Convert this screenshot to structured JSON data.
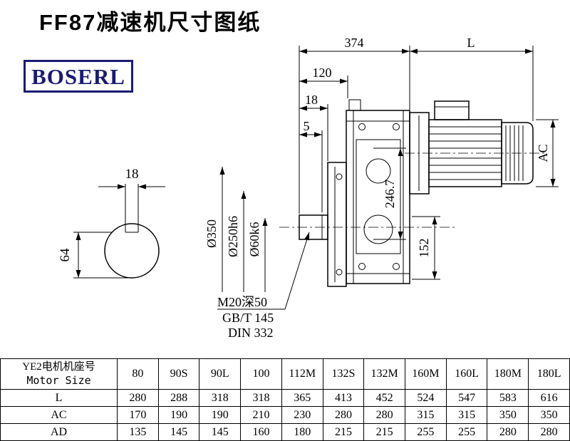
{
  "page": {
    "title": "FF87减速机尺寸图纸",
    "logo_text": "BOSERL"
  },
  "drawing": {
    "dims": {
      "overall_length": "374",
      "motor_length": "L",
      "d120": "120",
      "d18": "18",
      "d5": "5",
      "motor_ac": "AC",
      "height": "246.7",
      "flange_dia": "Ø350",
      "spigot_dia": "Ø250h6",
      "shaft_dia": "Ø60k6",
      "d152": "152",
      "key_width": "18",
      "shaft_flat": "64",
      "tap": "M20深50",
      "std_gb": "GB/T 145",
      "std_din": "DIN 332"
    }
  },
  "table": {
    "header_cn": "YE2电机机座号",
    "header_en": "Motor Size",
    "columns": [
      "80",
      "90S",
      "90L",
      "100",
      "112M",
      "132S",
      "132M",
      "160M",
      "160L",
      "180M",
      "180L"
    ],
    "rows": [
      {
        "label": "L",
        "values": [
          280,
          288,
          318,
          318,
          365,
          413,
          452,
          524,
          547,
          583,
          616
        ]
      },
      {
        "label": "AC",
        "values": [
          170,
          190,
          190,
          210,
          230,
          280,
          280,
          315,
          315,
          350,
          350
        ]
      },
      {
        "label": "AD",
        "values": [
          135,
          145,
          145,
          160,
          180,
          215,
          215,
          255,
          255,
          280,
          280
        ]
      }
    ]
  }
}
